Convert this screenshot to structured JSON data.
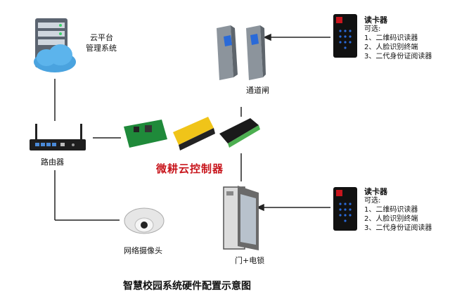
{
  "cloud": {
    "label_line1": "云平台",
    "label_line2": "管理系统",
    "icon": "cloud-server-icon"
  },
  "router": {
    "label": "路由器",
    "icon": "router-icon"
  },
  "controller": {
    "label": "微耕云控制器",
    "icon": "controller-board-icon",
    "color": "#c8161d"
  },
  "turnstile": {
    "label": "通道闸",
    "icon": "turnstile-gate-icon"
  },
  "door": {
    "label": "门+电锁",
    "icon": "door-lock-icon"
  },
  "camera": {
    "label": "网络摄像头",
    "icon": "dome-camera-icon"
  },
  "reader_top": {
    "title": "读卡器",
    "subtitle": "可选:",
    "options": [
      "1、二维码识读器",
      "2、人脸识别终端",
      "3、二代身份证阅读器"
    ],
    "icon": "card-reader-icon"
  },
  "reader_bottom": {
    "title": "读卡器",
    "subtitle": "可选:",
    "options": [
      "1、二维码识读器",
      "2、人脸识别终端",
      "3、二代身份证阅读器"
    ],
    "icon": "card-reader-icon"
  },
  "caption": "智慧校园系统硬件配置示意图"
}
